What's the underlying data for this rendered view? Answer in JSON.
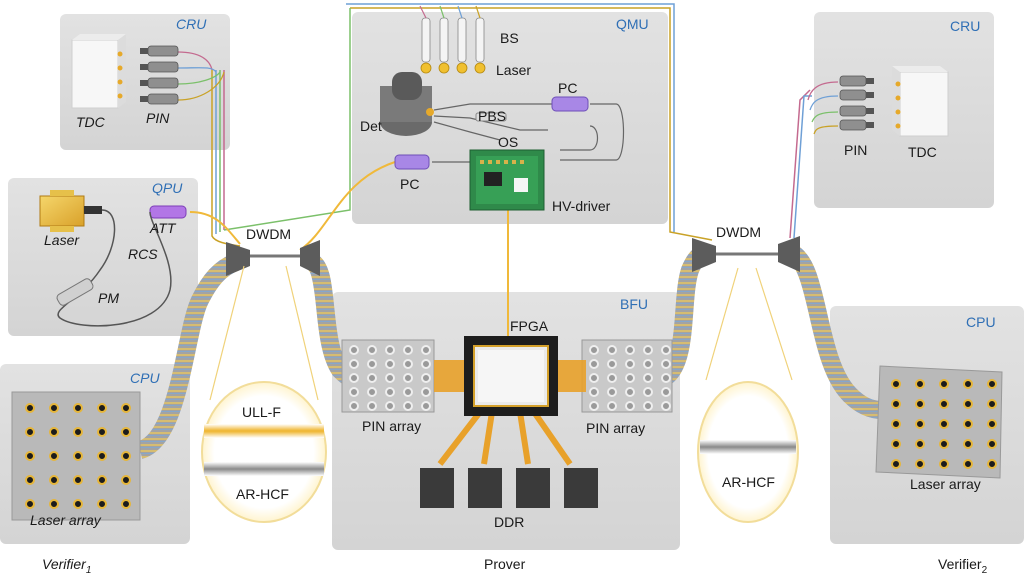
{
  "panels": {
    "cru_left": {
      "title": "CRU",
      "labels": [
        "TDC",
        "PIN"
      ]
    },
    "qpu": {
      "title": "QPU",
      "labels": [
        "Laser",
        "ATT",
        "RCS",
        "PM"
      ]
    },
    "cpu_left": {
      "title": "CPU",
      "labels": [
        "Laser array"
      ]
    },
    "qmu": {
      "title": "QMU",
      "labels": [
        "BS",
        "Laser",
        "Det",
        "PC",
        "PBS",
        "OS",
        "PC",
        "HV-driver"
      ]
    },
    "bfu": {
      "title": "BFU",
      "labels": [
        "FPGA",
        "PIN array",
        "PIN array",
        "DDR"
      ]
    },
    "cru_right": {
      "title": "CRU",
      "labels": [
        "PIN",
        "TDC"
      ]
    },
    "cpu_right": {
      "title": "CPU",
      "labels": [
        "Laser array"
      ]
    }
  },
  "links": {
    "dwdm_left": "DWDM",
    "dwdm_right": "DWDM",
    "fiber_left_top": "ULL-F",
    "fiber_left_bottom": "AR-HCF",
    "fiber_right": "AR-HCF"
  },
  "captions": {
    "verifier1": "Verifier",
    "verifier1_sub": "1",
    "prover": "Prover",
    "verifier2": "Verifier",
    "verifier2_sub": "2"
  }
}
